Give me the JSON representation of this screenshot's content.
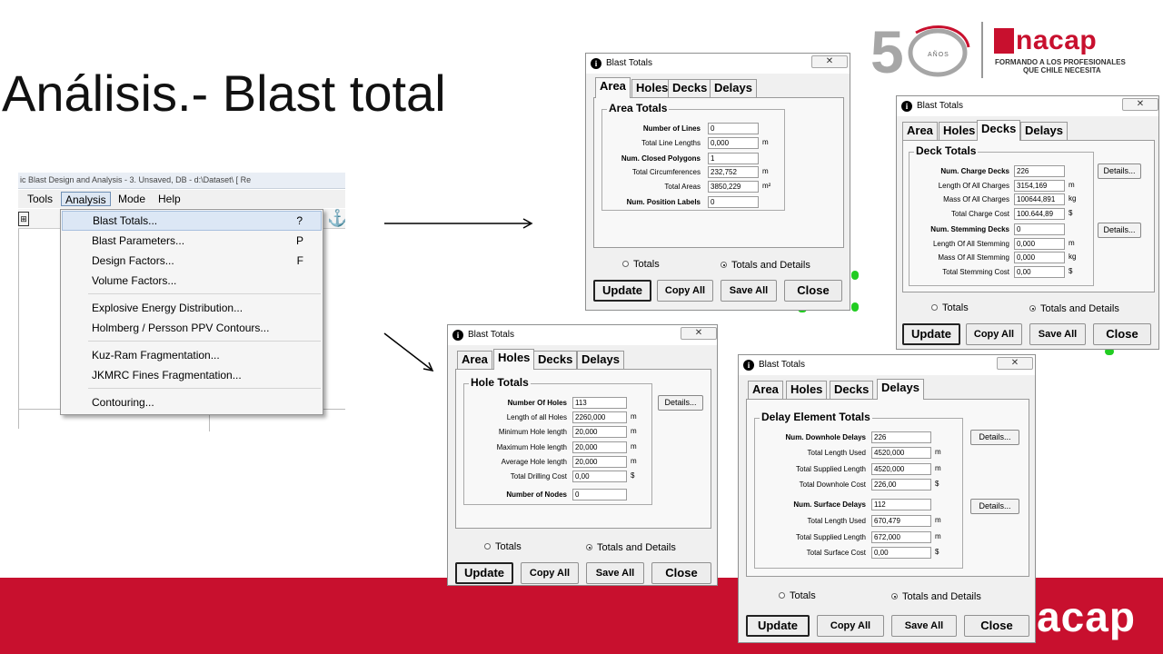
{
  "slide": {
    "title": "Análisis.- Blast total",
    "band_logo_text": "nacap",
    "logo": {
      "anos_text": "AÑOS",
      "brand_text": "nacap",
      "tagline_1": "FORMANDO A LOS PROFESIONALES",
      "tagline_2": "QUE CHILE NECESITA",
      "colors": {
        "brand_red": "#c8102e",
        "grey": "#9a9a9a"
      }
    }
  },
  "menu": {
    "window_title": "ic Blast Design and Analysis - 3.  Unsaved, DB - d:\\Dataset\\ [ Re",
    "menubar": [
      "Tools",
      "Analysis",
      "Mode",
      "Help"
    ],
    "active_menu": "Analysis",
    "items": [
      {
        "label": "Blast Totals...",
        "key": "?"
      },
      {
        "label": "Blast Parameters...",
        "key": "P"
      },
      {
        "label": "Design Factors...",
        "key": "F"
      },
      {
        "label": "Volume Factors...",
        "key": ""
      },
      {
        "label": "Explosive Energy Distribution...",
        "key": ""
      },
      {
        "label": "Holmberg / Persson PPV Contours...",
        "key": ""
      },
      {
        "label": "Kuz-Ram Fragmentation...",
        "key": ""
      },
      {
        "label": "JKMRC Fines Fragmentation...",
        "key": ""
      },
      {
        "label": "Contouring...",
        "key": ""
      }
    ],
    "icons": [
      "grid-icon",
      "anchor-icon"
    ]
  },
  "dialog_common": {
    "title": "Blast Totals",
    "tabs": [
      "Area",
      "Holes",
      "Decks",
      "Delays"
    ],
    "radio_totals": "Totals",
    "radio_details": "Totals and Details",
    "btn_update": "Update",
    "btn_copy": "Copy All",
    "btn_save": "Save All",
    "btn_close": "Close",
    "btn_details": "Details...",
    "close_glyph": "✕"
  },
  "area": {
    "group_title": "Area Totals",
    "fields": [
      {
        "label": "Number of Lines",
        "value": "0",
        "unit": "",
        "bold": true
      },
      {
        "label": "Total Line Lengths",
        "value": "0,000",
        "unit": "m",
        "bold": false
      },
      {
        "label": "Num. Closed Polygons",
        "value": "1",
        "unit": "",
        "bold": true
      },
      {
        "label": "Total Circumferences",
        "value": "232,752",
        "unit": "m",
        "bold": false
      },
      {
        "label": "Total Areas",
        "value": "3850,229",
        "unit": "m²",
        "bold": false
      },
      {
        "label": "Num. Position Labels",
        "value": "0",
        "unit": "",
        "bold": true
      }
    ]
  },
  "holes": {
    "group_title": "Hole Totals",
    "fields": [
      {
        "label": "Number Of Holes",
        "value": "113",
        "unit": "",
        "bold": true
      },
      {
        "label": "Length of all Holes",
        "value": "2260,000",
        "unit": "m",
        "bold": false
      },
      {
        "label": "Minimum Hole length",
        "value": "20,000",
        "unit": "m",
        "bold": false
      },
      {
        "label": "Maximum Hole length",
        "value": "20,000",
        "unit": "m",
        "bold": false
      },
      {
        "label": "Average Hole length",
        "value": "20,000",
        "unit": "m",
        "bold": false
      },
      {
        "label": "Total Drilling Cost",
        "value": "0,00",
        "unit": "$",
        "bold": false
      },
      {
        "label": "Number of Nodes",
        "value": "0",
        "unit": "",
        "bold": true
      }
    ]
  },
  "decks": {
    "group_title": "Deck Totals",
    "fields": [
      {
        "label": "Num. Charge Decks",
        "value": "226",
        "unit": "",
        "bold": true
      },
      {
        "label": "Length Of All Charges",
        "value": "3154,169",
        "unit": "m",
        "bold": false
      },
      {
        "label": "Mass Of All Charges",
        "value": "100644,891",
        "unit": "kg",
        "bold": false
      },
      {
        "label": "Total Charge Cost",
        "value": "100.644,89",
        "unit": "$",
        "bold": false
      },
      {
        "label": "Num. Stemming Decks",
        "value": "0",
        "unit": "",
        "bold": true
      },
      {
        "label": "Length Of All Stemming",
        "value": "0,000",
        "unit": "m",
        "bold": false
      },
      {
        "label": "Mass Of All Stemming",
        "value": "0,000",
        "unit": "kg",
        "bold": false
      },
      {
        "label": "Total Stemming Cost",
        "value": "0,00",
        "unit": "$",
        "bold": false
      }
    ]
  },
  "delays": {
    "group_title": "Delay Element Totals",
    "fields": [
      {
        "label": "Num. Downhole Delays",
        "value": "226",
        "unit": "",
        "bold": true
      },
      {
        "label": "Total Length Used",
        "value": "4520,000",
        "unit": "m",
        "bold": false
      },
      {
        "label": "Total Supplied Length",
        "value": "4520,000",
        "unit": "m",
        "bold": false
      },
      {
        "label": "Total Downhole Cost",
        "value": "226,00",
        "unit": "$",
        "bold": false
      },
      {
        "label": "Num. Surface Delays",
        "value": "112",
        "unit": "",
        "bold": true
      },
      {
        "label": "Total Length Used",
        "value": "670,479",
        "unit": "m",
        "bold": false
      },
      {
        "label": "Total Supplied Length",
        "value": "672,000",
        "unit": "m",
        "bold": false
      },
      {
        "label": "Total Surface Cost",
        "value": "0,00",
        "unit": "$",
        "bold": false
      }
    ]
  }
}
